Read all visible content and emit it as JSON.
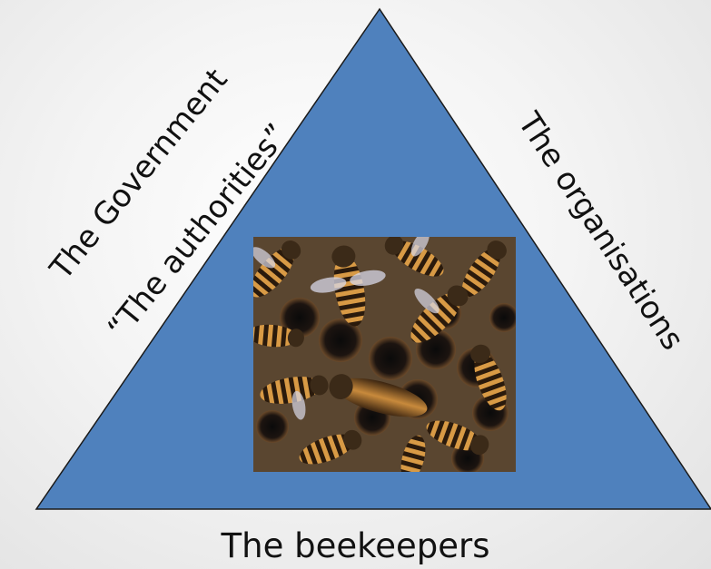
{
  "diagram": {
    "labels": {
      "government": "The Government",
      "authorities": "“The authorities”",
      "organisations": "The organisations",
      "beekeepers": "The beekeepers"
    },
    "colors": {
      "triangle_fill": "#4f81bd",
      "triangle_stroke": "#1a1a1a",
      "background": "#f2f2f2"
    },
    "center_image": "photo of honey bees on honeycomb cells"
  }
}
